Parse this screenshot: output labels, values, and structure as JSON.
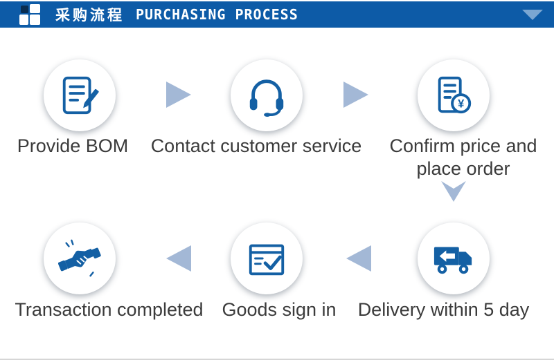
{
  "header": {
    "logo_icon": "squares-logo-icon",
    "title_zh": "采购流程",
    "title_en": "PURCHASING PROCESS",
    "collapse_icon": "triangle-down-icon"
  },
  "flow": {
    "row1": [
      {
        "label": "Provide BOM",
        "icon": "document-edit-icon"
      },
      {
        "label": "Contact customer service",
        "icon": "headset-icon"
      },
      {
        "label": "Confirm price and\nplace order",
        "icon": "invoice-yen-icon"
      }
    ],
    "row2": [
      {
        "label": "Delivery within 5 day",
        "icon": "truck-icon"
      },
      {
        "label": "Goods sign in",
        "icon": "package-check-icon"
      },
      {
        "label": "Transaction completed",
        "icon": "handshake-icon"
      }
    ]
  },
  "icons": {
    "yen_symbol": "¥"
  },
  "colors": {
    "header_bg": "#0d5ba7",
    "icon_blue": "#1460a4",
    "arrow_blue": "#a3b8d6",
    "text": "#3b3b3b"
  }
}
